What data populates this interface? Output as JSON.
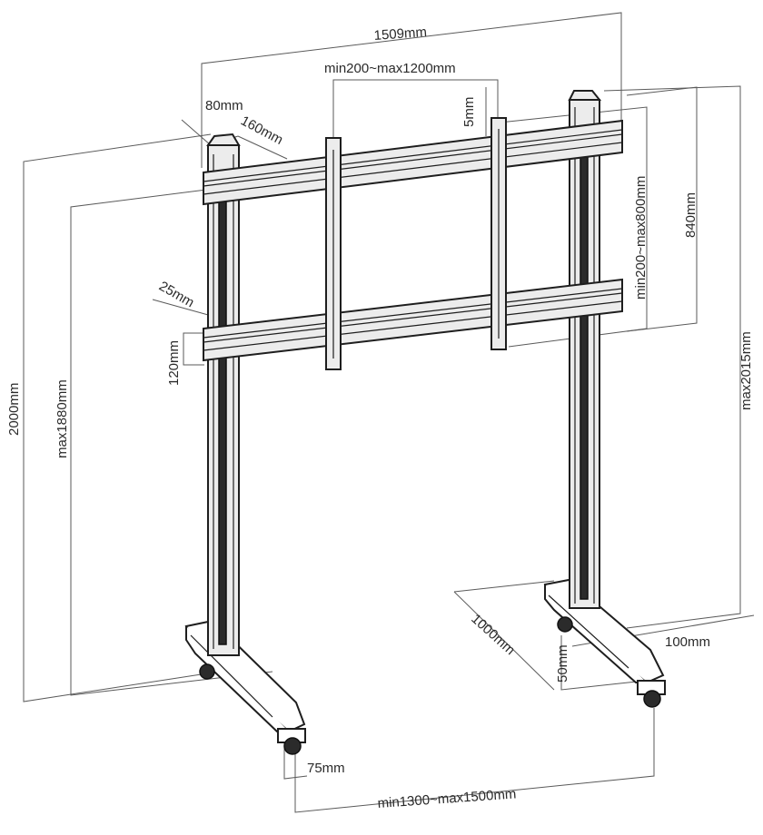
{
  "dimensions": {
    "overall_width": "1509mm",
    "vesa_horizontal": "min200~max1200mm",
    "bracket_offset": "5mm",
    "column_width": "80mm",
    "column_depth": "160mm",
    "vesa_vertical": "min200~max800mm",
    "rail_span": "840mm",
    "rail_offset": "25mm",
    "rail_height": "120mm",
    "total_height": "2000mm",
    "max_mount_height": "max1880mm",
    "max_total_height": "max2015mm",
    "base_depth": "1000mm",
    "foot_width": "100mm",
    "foot_height": "50mm",
    "caster_offset": "75mm",
    "base_width": "min1300~max1500mm"
  }
}
